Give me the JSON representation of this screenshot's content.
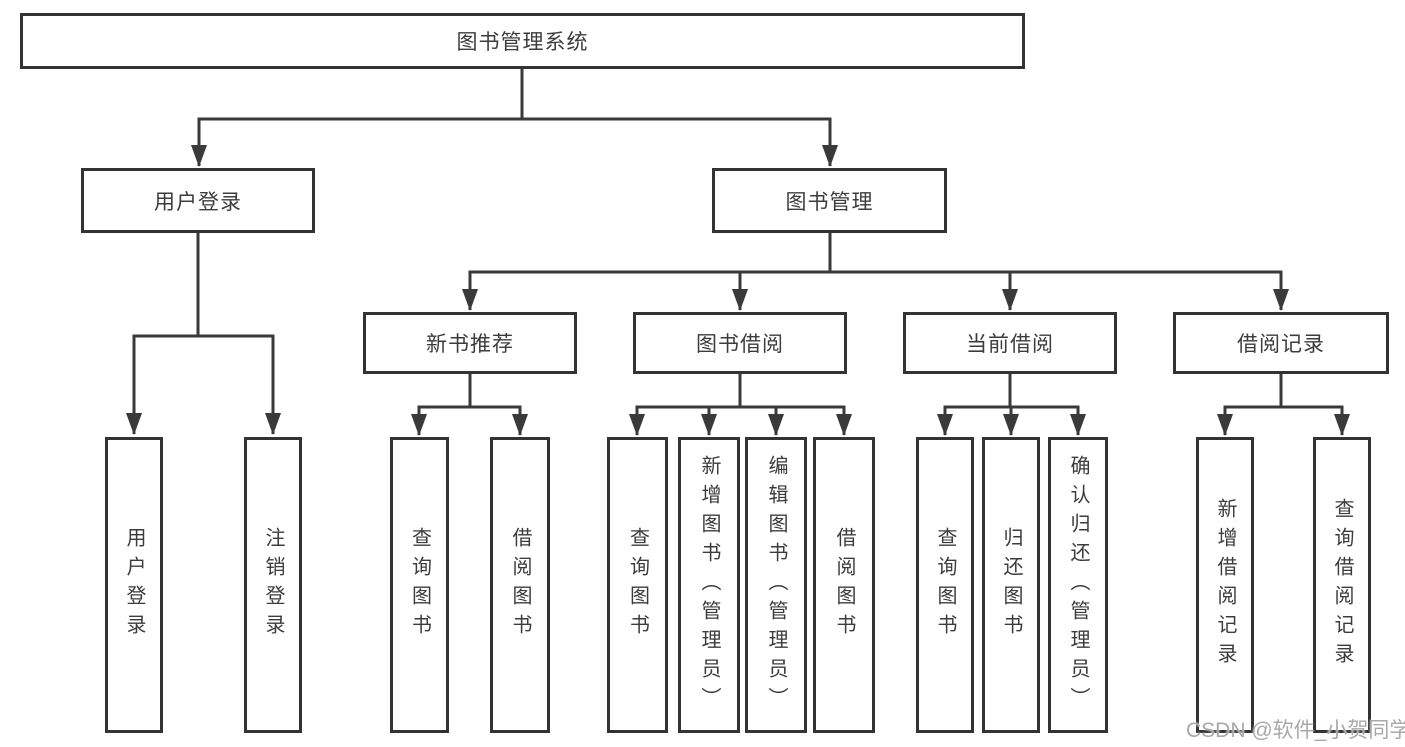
{
  "tree": {
    "root": {
      "label": "图书管理系统"
    },
    "user_login": {
      "label": "用户登录",
      "children": [
        {
          "label": "用户登录"
        },
        {
          "label": "注销登录"
        }
      ]
    },
    "book_mgmt": {
      "label": "图书管理",
      "sections": [
        {
          "label": "新书推荐",
          "children": [
            {
              "label": "查询图书"
            },
            {
              "label": "借阅图书"
            }
          ]
        },
        {
          "label": "图书借阅",
          "children": [
            {
              "label": "查询图书"
            },
            {
              "label": "新增图书（管理员）"
            },
            {
              "label": "编辑图书（管理员）"
            },
            {
              "label": "借阅图书"
            }
          ]
        },
        {
          "label": "当前借阅",
          "children": [
            {
              "label": "查询图书"
            },
            {
              "label": "归还图书"
            },
            {
              "label": "确认归还（管理员）"
            }
          ]
        },
        {
          "label": "借阅记录",
          "children": [
            {
              "label": "新增借阅记录"
            },
            {
              "label": "查询借阅记录"
            }
          ]
        }
      ]
    }
  },
  "watermark": {
    "text": "CSDN @软件_小贺同学"
  },
  "colors": {
    "line": "#3a3a3a",
    "box_border": "#333333",
    "text": "#3c3c3c",
    "background": "#ffffff",
    "watermark": "#a9a9a9"
  }
}
